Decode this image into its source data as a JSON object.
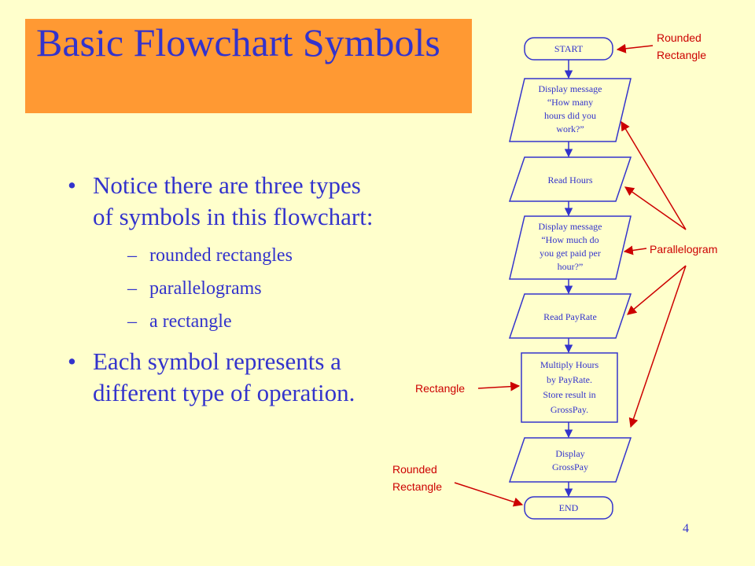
{
  "title": "Basic Flowchart Symbols",
  "bullets": {
    "b1": "Notice there are three types of symbols in this flowchart:",
    "subs": [
      "rounded rectangles",
      "parallelograms",
      "a rectangle"
    ],
    "b2": "Each symbol represents a different type of operation."
  },
  "page_number": "4",
  "flowchart": {
    "nodes": [
      {
        "shape": "rounded-rectangle",
        "lines": [
          "START"
        ]
      },
      {
        "shape": "parallelogram",
        "lines": [
          "Display message",
          "“How many",
          "hours did you",
          "work?”"
        ]
      },
      {
        "shape": "parallelogram",
        "lines": [
          "Read Hours"
        ]
      },
      {
        "shape": "parallelogram",
        "lines": [
          "Display message",
          "“How much do",
          "you get paid per",
          "hour?”"
        ]
      },
      {
        "shape": "parallelogram",
        "lines": [
          "Read PayRate"
        ]
      },
      {
        "shape": "rectangle",
        "lines": [
          "Multiply Hours",
          "by PayRate.",
          "Store result in",
          "GrossPay."
        ]
      },
      {
        "shape": "parallelogram",
        "lines": [
          "Display",
          "GrossPay"
        ]
      },
      {
        "shape": "rounded-rectangle",
        "lines": [
          "END"
        ]
      }
    ]
  },
  "labels": {
    "rounded_top": [
      "Rounded",
      "Rectangle"
    ],
    "parallelogram": "Parallelogram",
    "rectangle": "Rectangle",
    "rounded_bottom": [
      "Rounded",
      "Rectangle"
    ]
  },
  "colors": {
    "background": "#FFFFCC",
    "title_box": "#FF9933",
    "text": "#3333CC",
    "annotation": "#CC0000"
  }
}
